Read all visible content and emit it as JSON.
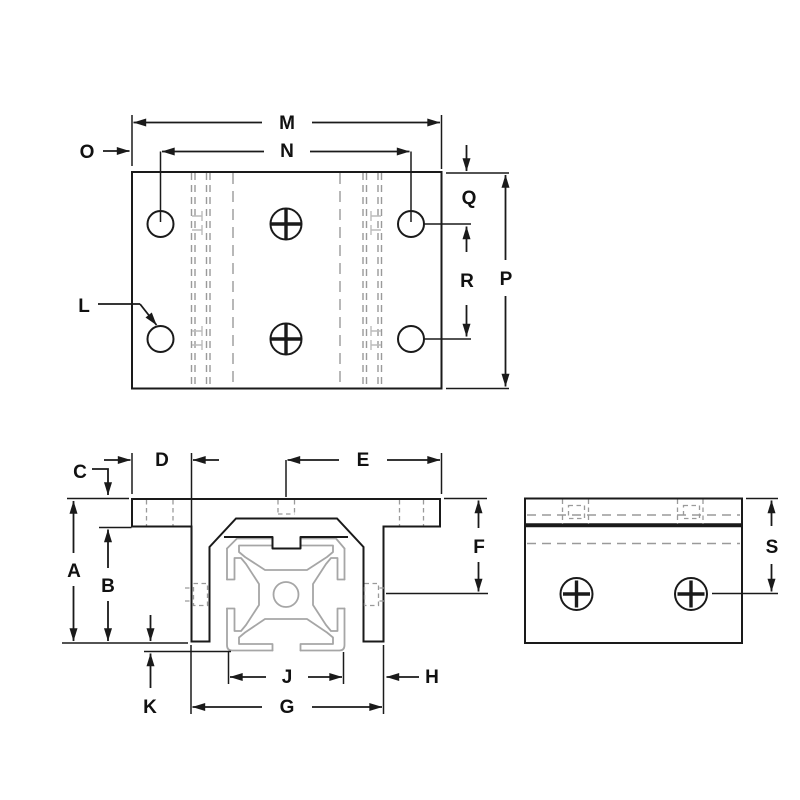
{
  "figure": {
    "kind": "technical-dimension-drawing",
    "views": [
      {
        "name": "top-view",
        "dimension_labels": [
          "M",
          "N",
          "O",
          "L",
          "Q",
          "R",
          "P"
        ]
      },
      {
        "name": "front-section-view",
        "dimension_labels": [
          "C",
          "D",
          "E",
          "A",
          "B",
          "F",
          "K",
          "J",
          "G",
          "H"
        ]
      },
      {
        "name": "side-view",
        "dimension_labels": [
          "S"
        ]
      }
    ],
    "colors": {
      "line": "#1a1a1a",
      "extrusion_profile": "#a6a6a6",
      "hidden_line": "#9a9a9a"
    }
  },
  "labels": {
    "A": "A",
    "B": "B",
    "C": "C",
    "D": "D",
    "E": "E",
    "F": "F",
    "G": "G",
    "H": "H",
    "J": "J",
    "K": "K",
    "L": "L",
    "M": "M",
    "N": "N",
    "O": "O",
    "P": "P",
    "Q": "Q",
    "R": "R",
    "S": "S"
  }
}
